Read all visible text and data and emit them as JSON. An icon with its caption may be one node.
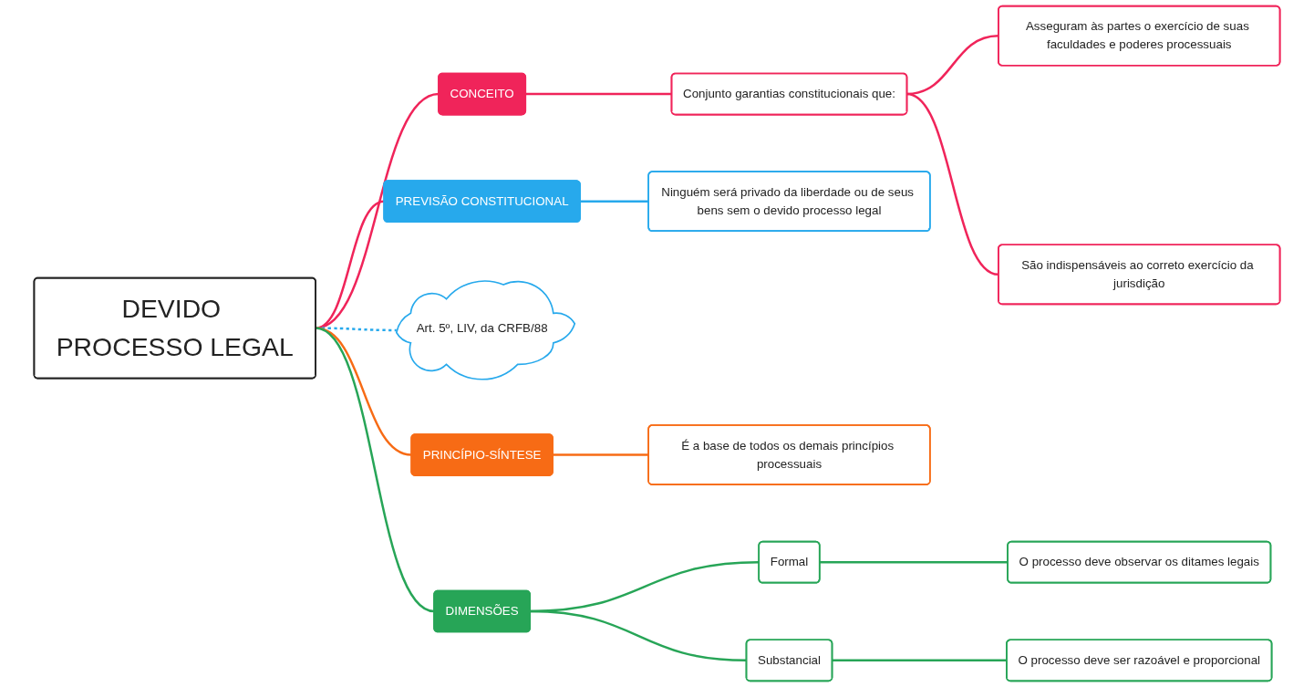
{
  "diagram": {
    "nodes": [
      {
        "text": [
          "DEVIDO PROCESSO LEGAL"
        ]
      },
      {
        "text": [
          "CONCEITO"
        ]
      },
      {
        "text": [
          "Conjunto garantias constitucionais que:"
        ]
      },
      {
        "text": [
          "Asseguram às partes o exercício de suas faculdades e poderes processuais"
        ]
      },
      {
        "text": [
          "São indispensáveis ao correto exercício da jurisdição"
        ]
      },
      {
        "text": [
          "PREVISÃO CONSTITUCIONAL"
        ]
      },
      {
        "text": [
          "Ninguém será privado da liberdade ou de seus bens sem o devido processo legal"
        ]
      },
      {
        "text": [
          "Art. 5º, LIV, da CRFB/88"
        ]
      },
      {
        "text": [
          "PRINCÍPIO-SÍNTESE"
        ]
      },
      {
        "text": [
          "É a base de todos os demais princípios processuais"
        ]
      },
      {
        "text": [
          "DIMENSÕES"
        ]
      },
      {
        "text": [
          "Formal"
        ]
      },
      {
        "text": [
          "O processo deve observar os ditames legais"
        ]
      },
      {
        "text": [
          "Substancial"
        ]
      },
      {
        "text": [
          "O processo deve ser razoável e proporcional"
        ]
      }
    ],
    "edges": [
      {
        "from": 0,
        "to": 1,
        "arrow": "none",
        "color": "#f0245a"
      },
      {
        "from": 1,
        "to": 2,
        "arrow": "none",
        "color": "#f0245a"
      },
      {
        "from": 2,
        "to": 3,
        "arrow": "none",
        "color": "#f0245a"
      },
      {
        "from": 2,
        "to": 4,
        "arrow": "none",
        "color": "#f0245a"
      },
      {
        "from": 0,
        "to": 5,
        "arrow": "none",
        "color": "#f0245a"
      },
      {
        "from": 5,
        "to": 6,
        "arrow": "none",
        "color": "#27a9ec"
      },
      {
        "from": 0,
        "to": 7,
        "arrow": "none",
        "style": "dashed",
        "color": "#27a9ec"
      },
      {
        "from": 0,
        "to": 8,
        "arrow": "none",
        "color": "#f76b15"
      },
      {
        "from": 8,
        "to": 9,
        "arrow": "none",
        "color": "#f76b15"
      },
      {
        "from": 0,
        "to": 10,
        "arrow": "none",
        "color": "#27a557"
      },
      {
        "from": 10,
        "to": 11,
        "arrow": "none",
        "color": "#27a557"
      },
      {
        "from": 11,
        "to": 12,
        "arrow": "none",
        "color": "#27a557"
      },
      {
        "from": 10,
        "to": 13,
        "arrow": "none",
        "color": "#27a557"
      },
      {
        "from": 13,
        "to": 14,
        "arrow": "none",
        "color": "#27a557"
      }
    ]
  }
}
